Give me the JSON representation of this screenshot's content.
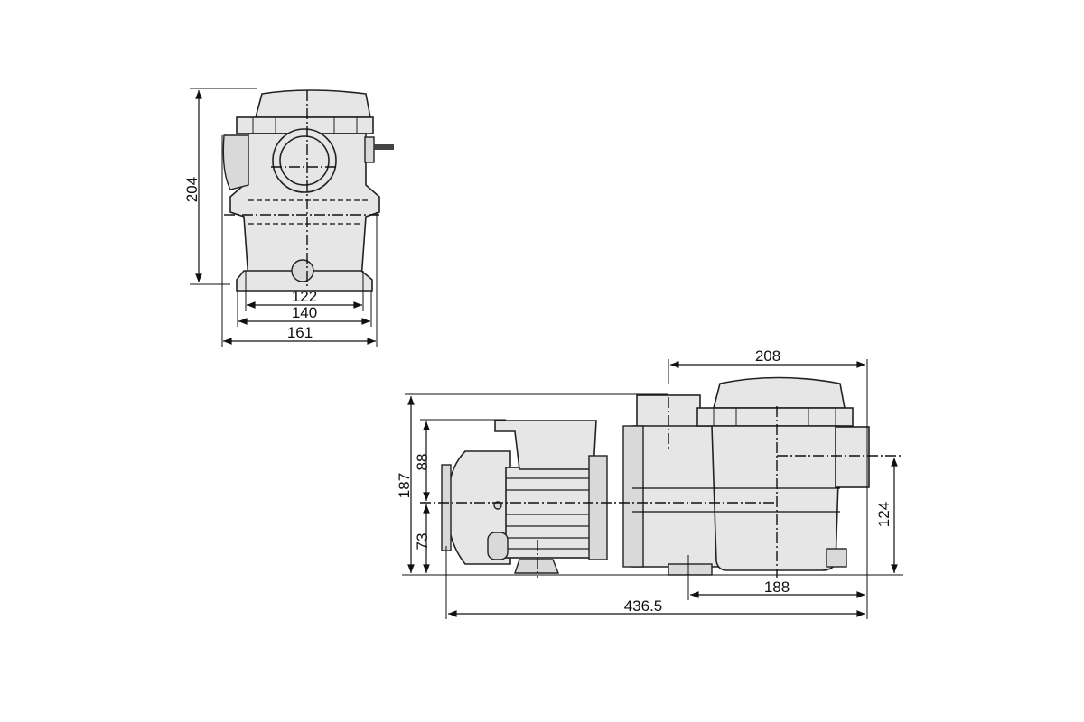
{
  "front_view": {
    "height_label": "204",
    "width_inner_label": "122",
    "width_mid_label": "140",
    "width_outer_label": "161"
  },
  "side_view": {
    "total_height_label": "187",
    "upper_axis_label": "88",
    "lower_axis_label": "73",
    "top_length_label": "208",
    "inlet_height_label": "124",
    "base_length_label": "188",
    "total_length_label": "436.5"
  }
}
